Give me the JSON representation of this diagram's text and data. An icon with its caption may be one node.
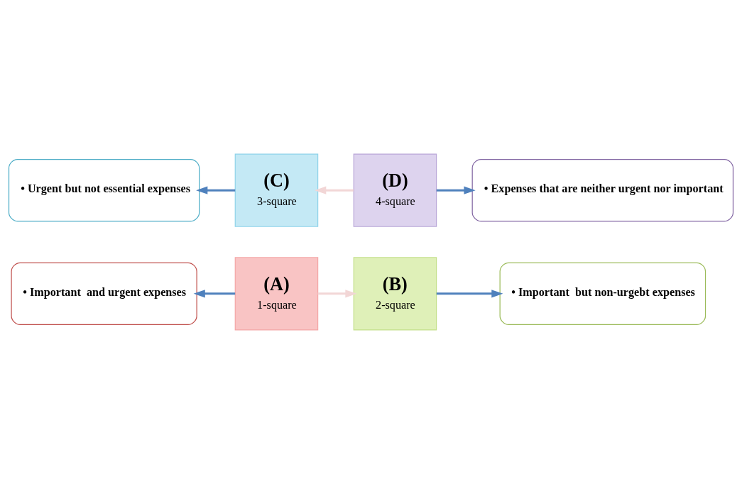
{
  "diagram": {
    "nodes": [
      {
        "text": [
          "• Important  and urgent expenses"
        ]
      },
      {
        "text": [
          "• Important  but non-urgebt expenses"
        ]
      },
      {
        "text": [
          "(A)",
          "1-square"
        ]
      },
      {
        "text": [
          "(B)",
          "2-square"
        ]
      },
      {
        "text": [
          "(C)",
          "3-square"
        ]
      },
      {
        "text": [
          "(D)",
          "4-square"
        ]
      },
      {
        "text": [
          "• Urgent but not essential expenses"
        ]
      },
      {
        "text": [
          "• Expenses that are neither urgent nor important"
        ]
      }
    ],
    "edges": [
      {
        "from": 2,
        "to": 0,
        "arrow": "to"
      },
      {
        "from": 3,
        "to": 1,
        "arrow": "to"
      },
      {
        "from": 4,
        "to": 6,
        "arrow": "to"
      },
      {
        "from": 5,
        "to": 7,
        "arrow": "to"
      },
      {
        "from": 2,
        "to": 3,
        "arrow": "to",
        "color": "#f2d6d6"
      },
      {
        "from": 5,
        "to": 4,
        "arrow": "to",
        "color": "#f2d6d6"
      }
    ]
  }
}
